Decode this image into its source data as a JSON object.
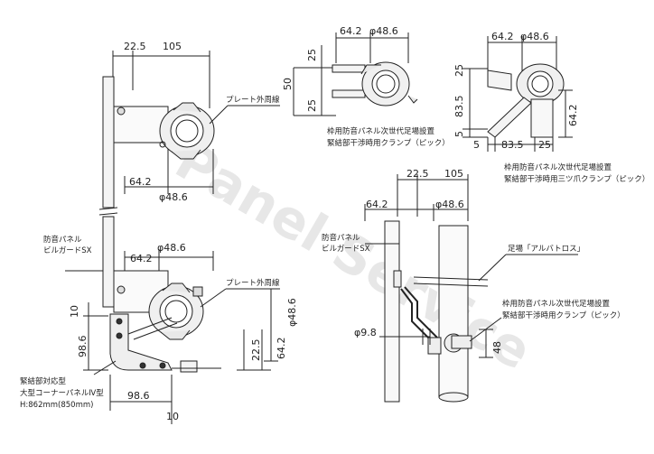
{
  "watermark": "Panel Service",
  "left_drawing": {
    "dims": {
      "d_22_5": "22.5",
      "d_105": "105",
      "d_64_2_upper": "64.2",
      "d_48_6_upper": "φ48.6",
      "d_64_2_lower": "64.2",
      "d_48_6_lower_top": "φ48.6",
      "d_48_6_lower_side": "φ48.6",
      "d_10_left": "10",
      "d_98_6_vert": "98.6",
      "d_22_5_vert": "22.5",
      "d_64_2_vert": "64.2",
      "d_98_6_horiz": "98.6",
      "d_10_bottom": "10"
    },
    "labels": {
      "plate_outer_upper": "プレート外周線",
      "plate_outer_lower": "プレート外周線",
      "panel_line1": "防音パネル",
      "panel_line2": "ビルガードSX",
      "corner_line1": "緊結部対応型",
      "corner_line2": "大型コーナーパネルⅣ型",
      "corner_line3": "H:862mm(850mm)"
    }
  },
  "top_center_drawing": {
    "dims": {
      "d_64_2": "64.2",
      "d_48_6": "φ48.6",
      "d_25_top": "25",
      "d_50": "50",
      "d_25_bottom": "25"
    },
    "caption_line1": "枠用防音パネル次世代足場設置",
    "caption_line2": "緊結部干渉時用クランプ（ピック）"
  },
  "top_right_drawing": {
    "dims": {
      "d_64_2_top": "64.2",
      "d_48_6": "φ48.6",
      "d_25_left": "25",
      "d_83_5_vert": "83.5",
      "d_5_vert": "5",
      "d_64_2_right": "64.2",
      "d_5_horiz": "5",
      "d_83_5_horiz": "83.5",
      "d_25_horiz": "25"
    },
    "caption_line1": "枠用防音パネル次世代足場設置",
    "caption_line2": "緊結部干渉時用三ツ爪クランプ（ピック）"
  },
  "bottom_right_drawing": {
    "dims": {
      "d_22_5": "22.5",
      "d_105": "105",
      "d_64_2": "64.2",
      "d_48_6": "φ48.6",
      "d_9_8": "φ9.8",
      "d_48": "48"
    },
    "labels": {
      "panel_line1": "防音パネル",
      "panel_line2": "ビルガードSX",
      "scaffold": "足場「アルバトロス」",
      "clamp_line1": "枠用防音パネル次世代足場設置",
      "clamp_line2": "緊結部干渉時用クランプ（ピック）"
    }
  }
}
